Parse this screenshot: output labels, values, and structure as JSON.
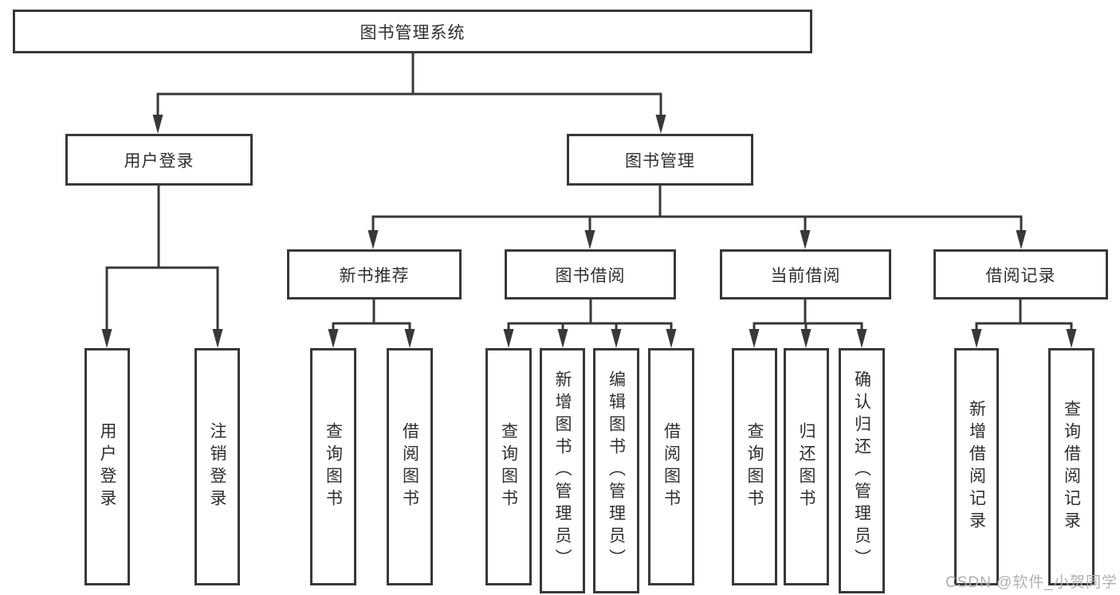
{
  "diagram_title": "图书管理系统",
  "tree": {
    "label": "图书管理系统",
    "children": [
      {
        "label": "用户登录",
        "children": [
          {
            "label": "用户登录"
          },
          {
            "label": "注销登录"
          }
        ]
      },
      {
        "label": "图书管理",
        "children": [
          {
            "label": "新书推荐",
            "children": [
              {
                "label": "查询图书"
              },
              {
                "label": "借阅图书"
              }
            ]
          },
          {
            "label": "图书借阅",
            "children": [
              {
                "label": "查询图书"
              },
              {
                "label": "新增图书（管理员）"
              },
              {
                "label": "编辑图书（管理员）"
              },
              {
                "label": "借阅图书"
              }
            ]
          },
          {
            "label": "当前借阅",
            "children": [
              {
                "label": "查询图书"
              },
              {
                "label": "归还图书"
              },
              {
                "label": "确认归还（管理员）"
              }
            ]
          },
          {
            "label": "借阅记录",
            "children": [
              {
                "label": "新增借阅记录"
              },
              {
                "label": "查询借阅记录"
              }
            ]
          }
        ]
      }
    ]
  },
  "watermark": {
    "text": "CSDN @软件_小贺同学"
  },
  "colors": {
    "background": "#ffffff",
    "box_border": "#383838",
    "connector_line": "#383838",
    "text": "#2f2f2f",
    "watermark": "#b0b0b0"
  }
}
